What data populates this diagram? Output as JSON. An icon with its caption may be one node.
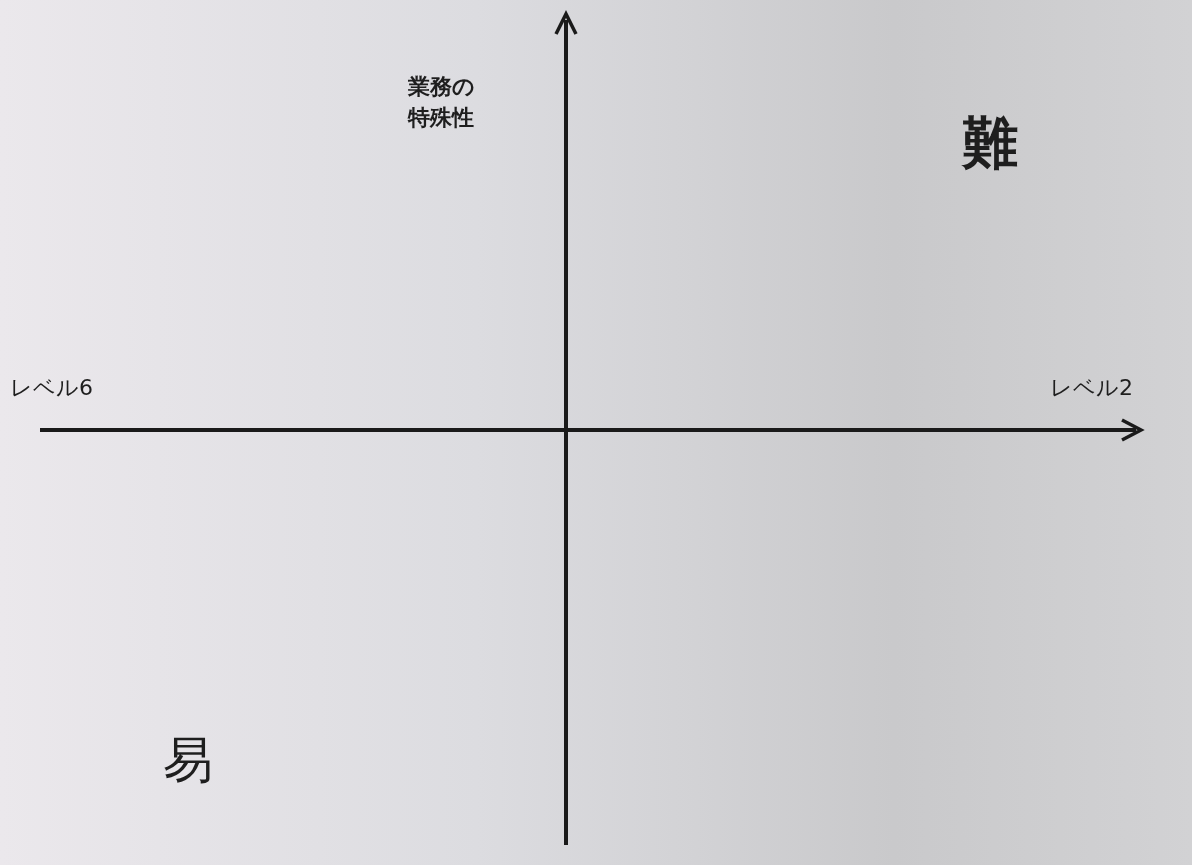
{
  "diagram": {
    "labels": [
      "業務の特殊性",
      "難",
      "レベル6",
      "レベル2",
      "易"
    ]
  }
}
